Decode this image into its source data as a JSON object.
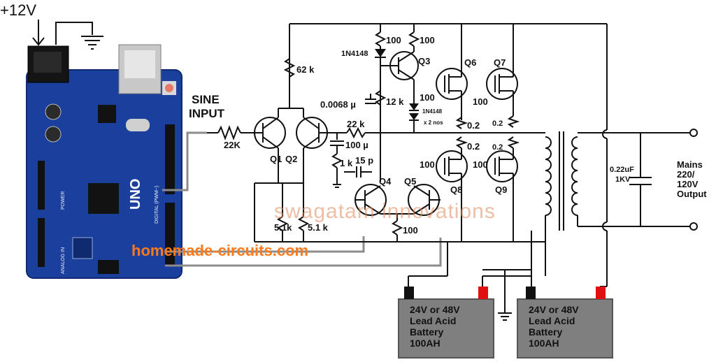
{
  "supply": {
    "label": "+12V"
  },
  "arduino": {
    "board_name": "UNO",
    "digital_label": "DIGITAL (PWM~)",
    "analog_label": "ANALOG IN",
    "power_label": "POWER"
  },
  "input": {
    "line1": "SINE",
    "line2": "INPUT",
    "resistor": "22K"
  },
  "components": {
    "r62k": "62 k",
    "r100a": "100",
    "r100b": "100",
    "diode1": "1N4148",
    "cap0068": "0.0068 µ",
    "r12k": "12 k",
    "diode2_a": "1N4148",
    "diode2_b": "x 2 nos",
    "r22k": "22 k",
    "cap100u": "100 µ",
    "r1k": "1 k",
    "cap15p": "15 p",
    "r51a": "5.1k",
    "r51b": "5.1 k",
    "r100c": "100",
    "rg1": "100",
    "rg2": "100",
    "rg3": "100",
    "rg4": "100",
    "rs1": "0.2",
    "rs2": "0.2",
    "rs3": "0.2",
    "rs4": "0.2",
    "q1": "Q1",
    "q2": "Q2",
    "q3": "Q3",
    "q4": "Q4",
    "q5": "Q5",
    "q6": "Q6",
    "q7": "Q7",
    "q8": "Q8",
    "q9": "Q9"
  },
  "output": {
    "cap_line1": "0.22uF",
    "cap_line2": "1KV",
    "mains_line1": "Mains",
    "mains_line2": "220/",
    "mains_line3": "120V",
    "mains_line4": "Output"
  },
  "batteries": [
    {
      "line1": "24V or 48V",
      "line2": "Lead Acid",
      "line3": "Battery",
      "line4": "100AH"
    },
    {
      "line1": "24V or 48V",
      "line2": "Lead Acid",
      "line3": "Battery",
      "line4": "100AH"
    }
  ],
  "website": "homemade-circuits.com",
  "watermark": "swagatam innovations",
  "colors": {
    "board": "#1a3f9c",
    "site_text": "#ff7a1a",
    "battery_body": "#7f7f7f",
    "terminal_red": "#e01010",
    "terminal_black": "#111111"
  }
}
